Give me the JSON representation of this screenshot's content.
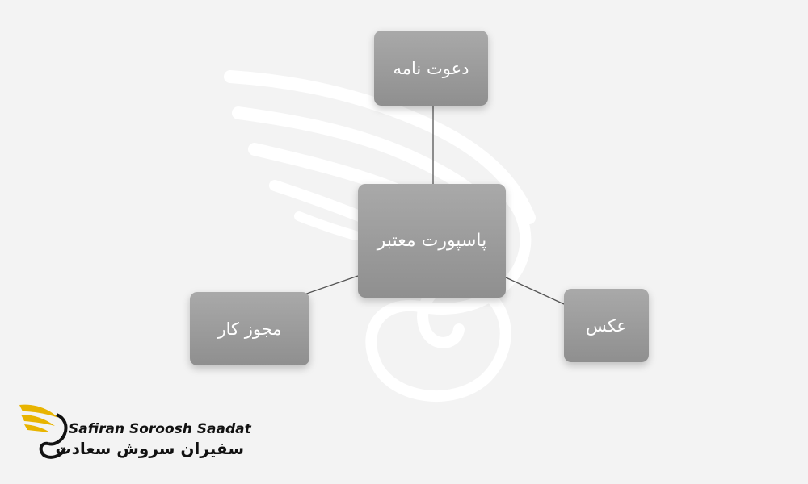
{
  "diagram": {
    "center": "پاسپورت معتبر",
    "top": "دعوت نامه",
    "left": "مجوز کار",
    "right": "عکس"
  },
  "logo": {
    "latin": "Safiran Soroosh Saadat",
    "persian": "سفیران سروش سعادت",
    "icon": "golden-wing-bird-icon"
  },
  "watermark": {
    "icon": "wing-swirl-watermark-icon"
  },
  "colors": {
    "background": "#f3f3f3",
    "node": "#9b9b9b",
    "connector": "#555555",
    "logo_gold": "#e8b400"
  }
}
